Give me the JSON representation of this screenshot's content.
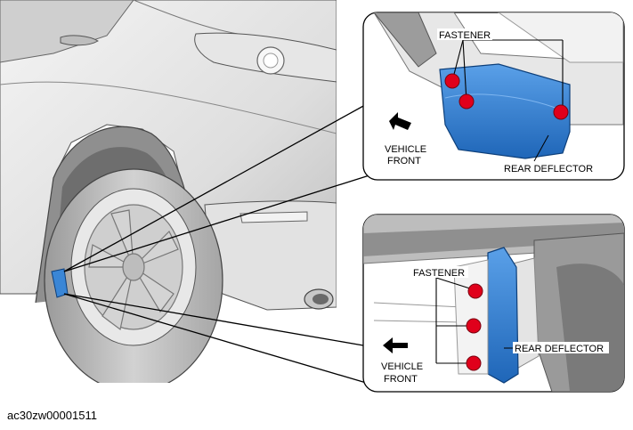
{
  "figure_id": "ac30zw00001511",
  "top_detail": {
    "fastener_label": "FASTENER",
    "deflector_label": "REAR DEFLECTOR",
    "direction_line1": "VEHICLE",
    "direction_line2": "FRONT"
  },
  "bottom_detail": {
    "fastener_label": "FASTENER",
    "deflector_label": "REAR DEFLECTOR",
    "direction_line1": "VEHICLE",
    "direction_line2": "FRONT"
  },
  "colors": {
    "deflector_blue": "#3a86d6",
    "fastener_red": "#e0001b",
    "line_black": "#000000",
    "body_grey": "#d9d9d9"
  }
}
